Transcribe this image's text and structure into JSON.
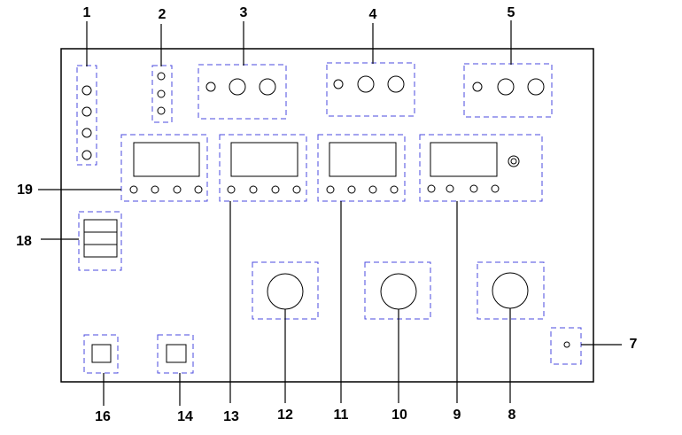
{
  "colors": {
    "line": "#000000",
    "dashed_box": "#4a4adf",
    "background": "#ffffff"
  },
  "callouts": {
    "c1": "1",
    "c2": "2",
    "c3": "3",
    "c4": "4",
    "c5": "5",
    "c7": "7",
    "c8": "8",
    "c9": "9",
    "c10": "10",
    "c11": "11",
    "c12": "12",
    "c13": "13",
    "c14": "14",
    "c16": "16",
    "c18": "18",
    "c19": "19"
  }
}
